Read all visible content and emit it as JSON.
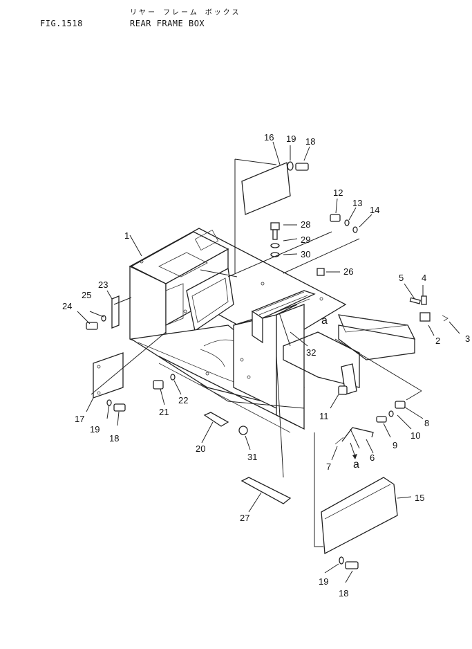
{
  "header": {
    "fig_id": "FIG.1518",
    "title_jp": "リヤー フレーム ボックス",
    "title_en": "REAR FRAME BOX"
  },
  "callouts": [
    "1",
    "2",
    "3",
    "4",
    "5",
    "6",
    "7",
    "8",
    "9",
    "10",
    "11",
    "12",
    "13",
    "14",
    "15",
    "16",
    "17",
    "18",
    "19",
    "20",
    "21",
    "22",
    "23",
    "24",
    "25",
    "26",
    "27",
    "28",
    "29",
    "30",
    "31",
    "32",
    "18",
    "19",
    "18",
    "19",
    "a",
    "a"
  ]
}
